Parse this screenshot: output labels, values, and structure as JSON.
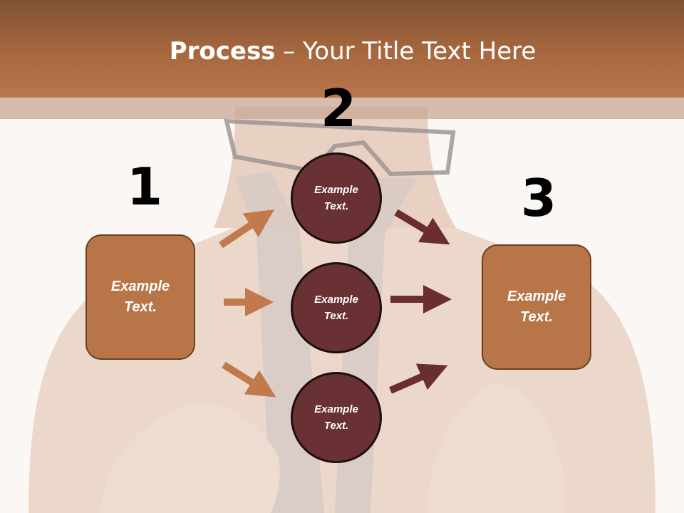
{
  "title": {
    "bold": "Process",
    "rest": " – Your Title Text Here"
  },
  "steps": [
    {
      "number": "1",
      "text": "Example Text."
    },
    {
      "number": "2",
      "text": "Example Text."
    },
    {
      "number": "3",
      "text": "Example Text."
    }
  ],
  "circles": [
    {
      "text": "Example Text."
    },
    {
      "text": "Example Text."
    },
    {
      "text": "Example Text."
    }
  ],
  "colors": {
    "header": "#a8683f",
    "box": "#b87547",
    "circle": "#6a3134",
    "arrow_in": "#c07a4c",
    "arrow_out": "#6a2e30"
  }
}
